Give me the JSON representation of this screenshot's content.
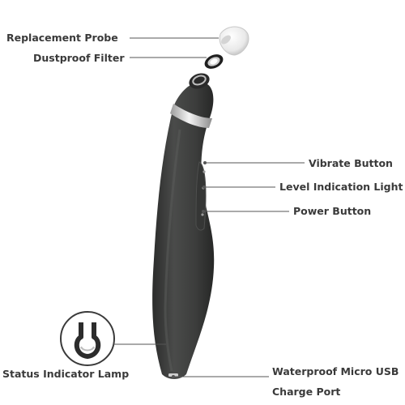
{
  "labels": {
    "replacement_probe": "Replacement Probe",
    "dustproof_filter": "Dustproof Filter",
    "vibrate_button": "Vibrate Button",
    "level_indication_light": "Level Indication Light",
    "power_button": "Power Button",
    "status_indicator_lamp": "Status Indicator Lamp",
    "charge_port_line1": "Waterproof Micro USB",
    "charge_port_line2": "Charge Port"
  },
  "colors": {
    "body": "#3f403f",
    "body_shadow": "#2c2d2c",
    "chrome_ring": "#d8d8d8",
    "label_text": "#3a3a3a",
    "leader_line": "#555555",
    "background": "#ffffff"
  }
}
